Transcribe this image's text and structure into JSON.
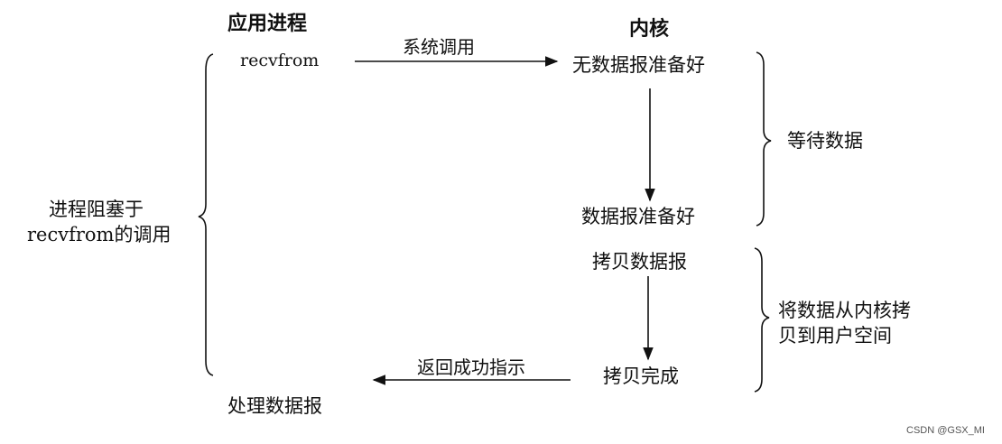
{
  "headers": {
    "app_process": "应用进程",
    "kernel": "内核"
  },
  "app": {
    "call": "recvfrom",
    "process_datagram": "处理数据报"
  },
  "arrows": {
    "syscall": "系统调用",
    "return_success": "返回成功指示"
  },
  "kernel_steps": {
    "no_datagram_ready": "无数据报准备好",
    "datagram_ready": "数据报准备好",
    "copy_datagram": "拷贝数据报",
    "copy_complete": "拷贝完成"
  },
  "phases": {
    "wait_data": "等待数据",
    "copy_line1": "将数据从内核拷",
    "copy_line2": "贝到用户空间"
  },
  "blocked": {
    "line1": "进程阻塞于",
    "line2": "recvfrom的调用"
  },
  "watermark": "CSDN @GSX_MI",
  "colors": {
    "ink": "#111111",
    "background": "#ffffff",
    "watermark": "#555555"
  }
}
